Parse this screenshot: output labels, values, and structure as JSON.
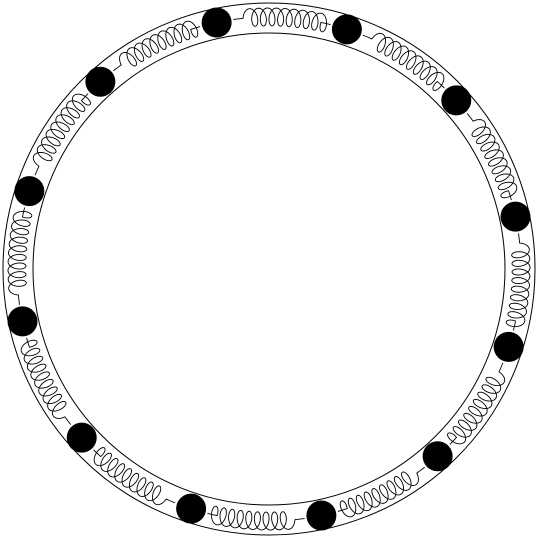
{
  "diagram": {
    "description_free": true,
    "mass_count": 12,
    "spring_count": 12,
    "coils_per_spring": 9,
    "colors": {
      "stroke": "#000000",
      "mass": "#000000",
      "background": "#ffffff"
    },
    "masses": [
      {
        "id": "mass-1"
      },
      {
        "id": "mass-2"
      },
      {
        "id": "mass-3"
      },
      {
        "id": "mass-4"
      },
      {
        "id": "mass-5"
      },
      {
        "id": "mass-6"
      },
      {
        "id": "mass-7"
      },
      {
        "id": "mass-8"
      },
      {
        "id": "mass-9"
      },
      {
        "id": "mass-10"
      },
      {
        "id": "mass-11"
      },
      {
        "id": "mass-12"
      }
    ]
  }
}
